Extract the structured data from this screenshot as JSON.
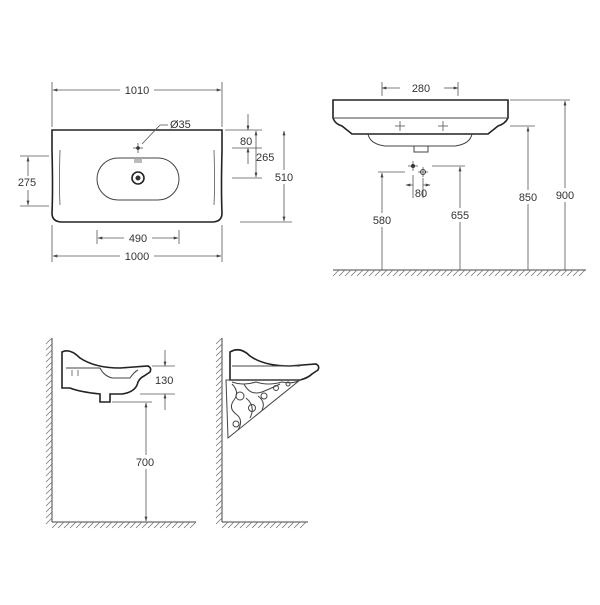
{
  "dims": {
    "top_outer_width": "1010",
    "top_inner_width": "1000",
    "tap_hole_diameter": "Ø35",
    "top_offset_80": "80",
    "top_offset_265": "265",
    "left_height_275": "275",
    "right_depth_510": "510",
    "bowl_width_490": "490",
    "front_drain_spacing_280": "280",
    "front_spacing_80": "80",
    "front_height_580": "580",
    "front_height_655": "655",
    "front_height_850": "850",
    "front_height_900": "900",
    "side_height_130": "130",
    "side_height_700": "700"
  },
  "colors": {
    "line": "#444444",
    "background": "#ffffff"
  }
}
